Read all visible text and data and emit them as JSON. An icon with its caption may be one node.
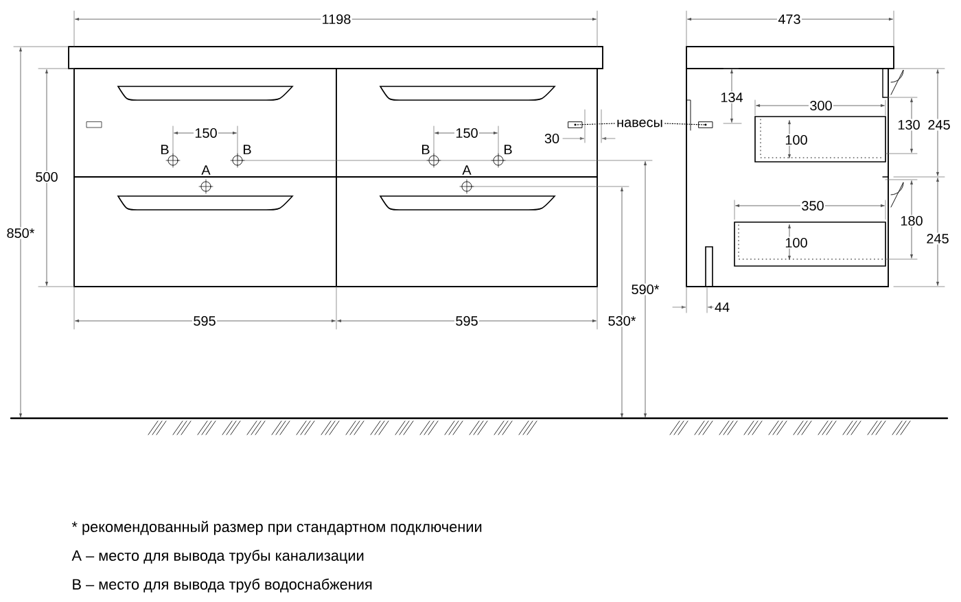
{
  "diagram": {
    "nodes": [
      {
        "text": [
          "навесы"
        ]
      },
      {
        "text": [],
        "shape": "box"
      },
      {
        "text": [],
        "shape": "box"
      }
    ],
    "edges": [
      {
        "from": 0,
        "to": 1,
        "arrow": "none"
      },
      {
        "from": 0,
        "to": 2,
        "arrow": "none"
      }
    ],
    "labels": [
      "1198",
      "500",
      "850*",
      "150",
      "B",
      "B",
      "A",
      "150",
      "B",
      "B",
      "A",
      "30",
      "595",
      "595",
      "590*",
      "530*",
      "473",
      "134",
      "300",
      "100",
      "130",
      "245",
      "350",
      "100",
      "180",
      "245",
      "44",
      "* рекомендованный размер при стандартном подключении",
      "А – место для вывода трубы канализации",
      "В – место для вывода труб водоснабжения"
    ]
  }
}
